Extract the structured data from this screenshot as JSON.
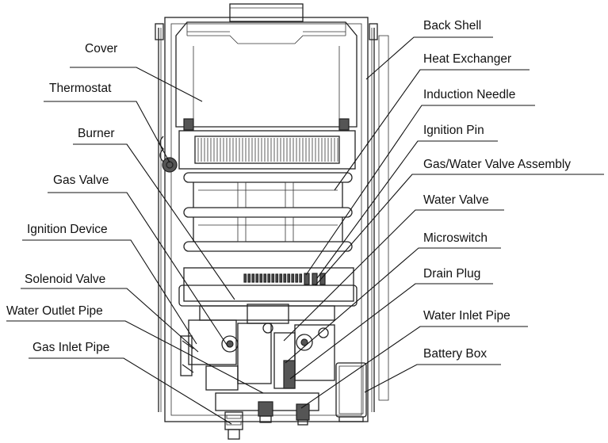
{
  "labels_left": [
    {
      "id": "cover",
      "text": "Cover"
    },
    {
      "id": "thermostat",
      "text": "Thermostat"
    },
    {
      "id": "burner",
      "text": "Burner"
    },
    {
      "id": "gas-valve",
      "text": "Gas Valve"
    },
    {
      "id": "ignition-device",
      "text": "Ignition Device"
    },
    {
      "id": "solenoid-valve",
      "text": "Solenoid Valve"
    },
    {
      "id": "water-outlet-pipe",
      "text": "Water Outlet Pipe"
    },
    {
      "id": "gas-inlet-pipe",
      "text": "Gas Inlet Pipe"
    }
  ],
  "labels_right": [
    {
      "id": "back-shell",
      "text": "Back Shell"
    },
    {
      "id": "heat-exchanger",
      "text": "Heat Exchanger"
    },
    {
      "id": "induction-needle",
      "text": "Induction Needle"
    },
    {
      "id": "ignition-pin",
      "text": "Ignition Pin"
    },
    {
      "id": "gas-water-valve-assembly",
      "text": "Gas/Water Valve Assembly"
    },
    {
      "id": "water-valve",
      "text": "Water Valve"
    },
    {
      "id": "microswitch",
      "text": "Microswitch"
    },
    {
      "id": "drain-plug",
      "text": "Drain Plug"
    },
    {
      "id": "water-inlet-pipe",
      "text": "Water Inlet Pipe"
    },
    {
      "id": "battery-box",
      "text": "Battery Box"
    }
  ]
}
